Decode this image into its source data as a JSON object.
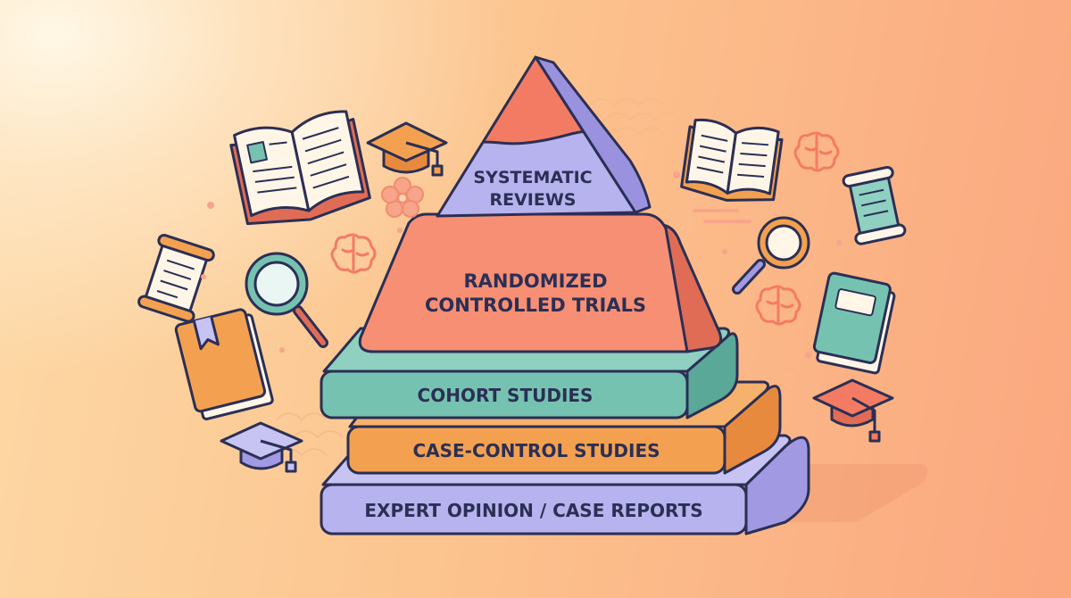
{
  "pyramid": {
    "tiers": [
      {
        "lines": [
          "SYSTEMATIC",
          "REVIEWS"
        ]
      },
      {
        "lines": [
          "RANDOMIZED",
          "CONTROLLED TRIALS"
        ]
      },
      {
        "lines": [
          "COHORT STUDIES"
        ]
      },
      {
        "lines": [
          "CASE-CONTROL STUDIES"
        ]
      },
      {
        "lines": [
          "EXPERT OPINION / CASE REPORTS"
        ]
      }
    ]
  },
  "palette": {
    "outline": "#2b2f55",
    "coral": "#f47b63",
    "coral_light": "#f78f74",
    "lavender": "#b7b3ee",
    "lavender_dark": "#a19ae2",
    "teal": "#76c2b1",
    "orange": "#f3a150",
    "cream": "#fff6e8"
  },
  "icons": [
    "open-book-icon",
    "graduation-cap-icon",
    "magnifier-icon",
    "brain-icon",
    "scroll-icon",
    "closed-book-icon",
    "blossom-icon"
  ]
}
